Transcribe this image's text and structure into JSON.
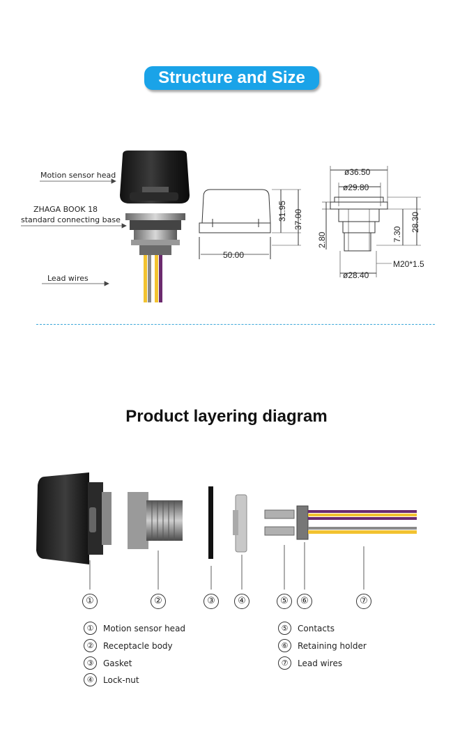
{
  "section1": {
    "title": "Structure and Size"
  },
  "callouts": {
    "head": "Motion sensor head",
    "base_line1": "ZHAGA BOOK 18",
    "base_line2": "standard connecting base",
    "wires": "Lead wires"
  },
  "dimensions": {
    "width": "50.00",
    "height_a": "31.95",
    "height_b": "37.00",
    "dia_outer": "ø36.50",
    "dia_inner": "ø29.80",
    "dia_bottom": "ø28.40",
    "h_280": "2.80",
    "h_730": "7.30",
    "h_2830": "28.30",
    "thread": "M20*1.5"
  },
  "section2": {
    "title": "Product layering diagram"
  },
  "parts": [
    {
      "num": "①",
      "label": "Motion sensor head"
    },
    {
      "num": "②",
      "label": "Receptacle body"
    },
    {
      "num": "③",
      "label": "Gasket"
    },
    {
      "num": "④",
      "label": "Lock-nut"
    },
    {
      "num": "⑤",
      "label": "Contacts"
    },
    {
      "num": "⑥",
      "label": "Retaining holder"
    },
    {
      "num": "⑦",
      "label": "Lead wires"
    }
  ],
  "colors": {
    "accent": "#1aa3e8",
    "wire_purple": "#6b2a6e",
    "wire_yellow": "#f2c230",
    "wire_gray": "#8a8a8a",
    "divider": "#3aa6d8"
  }
}
